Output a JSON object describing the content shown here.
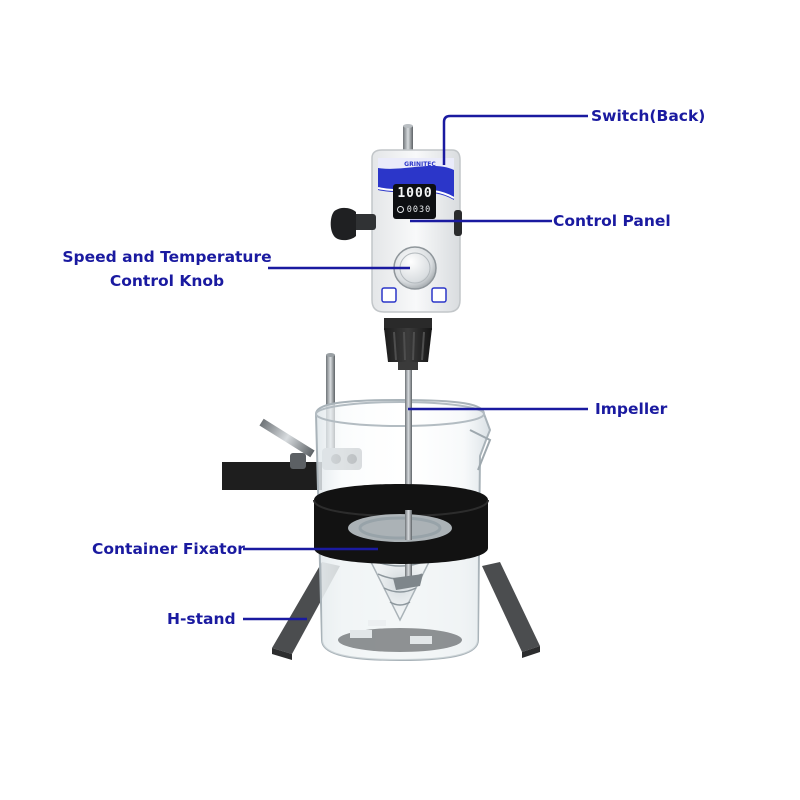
{
  "labels": {
    "switch": "Switch(Back)",
    "control_panel": "Control Panel",
    "speed_knob_line1": "Speed and Temperature",
    "speed_knob_line2": "Control Knob",
    "impeller": "Impeller",
    "container_fixator": "Container Fixator",
    "h_stand": "H-stand"
  },
  "device": {
    "brand": "GRINITEC",
    "speed_display": "1000",
    "time_display": "0030"
  },
  "colors": {
    "label_text": "#1a1aa0",
    "leader_line": "#1a1aa0",
    "panel_accent": "#2b36c9"
  }
}
